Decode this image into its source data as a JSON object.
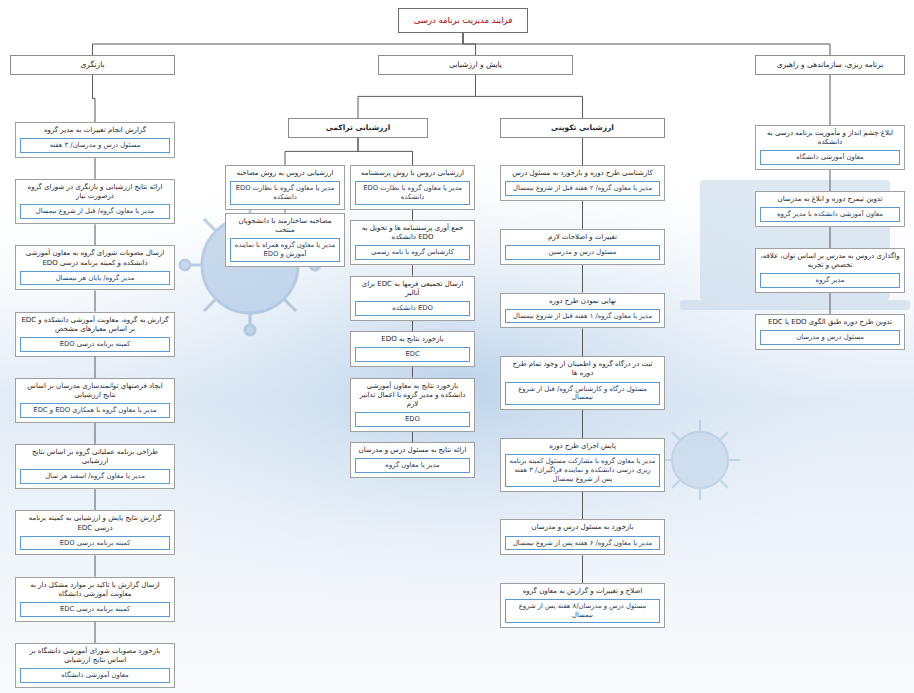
{
  "diagram": {
    "nodes": [
      {
        "text": [
          "فرایند مدیریت برنامه درسی"
        ]
      },
      {
        "text": [
          "برنامه ریزی، سازماندهی و راهبری"
        ]
      },
      {
        "text": [
          "پایش و ارزشیابی"
        ]
      },
      {
        "text": [
          "بازنگری"
        ]
      },
      {
        "text": [
          "ارزشیابی تکوینی"
        ]
      },
      {
        "text": [
          "ارزشیابی تراکمی"
        ]
      },
      {
        "text": [
          "ابلاغ چشم انداز و مأموریت برنامه درسی به دانشکده"
        ]
      },
      {
        "text": [
          "معاون آموزشی دانشگاه"
        ],
        "in": 6
      },
      {
        "text": [
          "تدوین تیمرج دوره و ابلاغ به مدرسان"
        ]
      },
      {
        "text": [
          "معاون آموزشی دانشکده با مدیر گروه"
        ],
        "in": 8
      },
      {
        "text": [
          "واگذاری دروس به مدرس بر اساس توان، علاقه، تخصص و تجربه"
        ]
      },
      {
        "text": [
          "مدیر گروه"
        ],
        "in": 10
      },
      {
        "text": [
          "تدوین طرح دوره طبق الگوی EDO یا EDC"
        ]
      },
      {
        "text": [
          "مسئول درس و مدرسان"
        ],
        "in": 12
      },
      {
        "text": [
          "کارشناسی طرح دوره و بازخورد به مسئول درس"
        ]
      },
      {
        "text": [
          "مدیر یا معاون گروه/ ۲ هفته قبل از شروع نیمسال"
        ],
        "in": 14
      },
      {
        "text": [
          "تغییرات و اصلاحات لازم"
        ]
      },
      {
        "text": [
          "مسئول درس و مدرسین"
        ],
        "in": 16
      },
      {
        "text": [
          "نهایی نمودن طرح دوره"
        ]
      },
      {
        "text": [
          "مدیر یا معاون گروه/ ۱ هفته قبل از شروع نیمسال"
        ],
        "in": 18
      },
      {
        "text": [
          "ثبت در درگاه گروه و اطمینان از وجود تمام طرح دوره ها"
        ]
      },
      {
        "text": [
          "مسئول درگاه و کارشناس گروه/ قبل از شروع نیمسال"
        ],
        "in": 20
      },
      {
        "text": [
          "پایش اجرای طرح دوره"
        ]
      },
      {
        "text": [
          "مدیر یا معاون گروه با مشارکت مسئول کمیته برنامه ریزی درسی دانشکده و نماینده فراگیران/ ۳ هفته پس از شروع نیمسال"
        ],
        "in": 22
      },
      {
        "text": [
          "بازخورد به مسئول درس و مدرسان"
        ]
      },
      {
        "text": [
          "مدیر یا معاون گروه/ ۶ هفته پس از شروع نیمسال"
        ],
        "in": 24
      },
      {
        "text": [
          "اصلاح و تغییرات و گزارش به معاون گروه"
        ]
      },
      {
        "text": [
          "مسئول درس و مدرسان/۸ هفته پس از شروع نیمسال"
        ],
        "in": 26
      },
      {
        "text": [
          "ارزشیابی دروس با روش پرسشنامه"
        ]
      },
      {
        "text": [
          "مدیر یا معاون گروه با نظارت EDO دانشکده"
        ],
        "in": 28
      },
      {
        "text": [
          "جمع آوری پرسشنامه ها و تحویل به EDO دانشکده"
        ]
      },
      {
        "text": [
          "کارشناس گروه با نامه رسمی"
        ],
        "in": 30
      },
      {
        "text": [
          "ارسال تجمیعی فرمها به EDC برای آنالیز"
        ]
      },
      {
        "text": [
          "EDO دانشکده"
        ],
        "in": 32
      },
      {
        "text": [
          "بازخورد نتایج به EDO"
        ]
      },
      {
        "text": [
          "EDC"
        ],
        "in": 34
      },
      {
        "text": [
          "بازخورد نتایج به معاون آموزشی دانشکده و مدیر گروه با اعمال تدابیر لازم"
        ]
      },
      {
        "text": [
          "EDO"
        ],
        "in": 36
      },
      {
        "text": [
          "ارائه نتایج به مسئول درس و مدرسان"
        ]
      },
      {
        "text": [
          "مدیر یا معاون گروه"
        ],
        "in": 38
      },
      {
        "text": [
          "ارزشیابی دروس به روش مصاحبه"
        ]
      },
      {
        "text": [
          "مدیر یا معاون گروه با نظارت EDO دانشکده"
        ],
        "in": 40
      },
      {
        "text": [
          "مصاحبه ساختارمند با دانشجویان منتخب"
        ]
      },
      {
        "text": [
          "مدیر یا معاون گروه همراه با نماینده آموزش و EDO"
        ],
        "in": 42
      },
      {
        "text": [
          "گزارش انجام تغییرات به مدیر گروه"
        ]
      },
      {
        "text": [
          "مسئول درس و مدرسان/ ۳ هفته"
        ],
        "in": 44
      },
      {
        "text": [
          "ارائه نتایج ارزشیابی و بازنگری در شورای گروه درصورت نیاز"
        ]
      },
      {
        "text": [
          "مدیر یا معاون گروه/ قبل از شروع نیمسال"
        ],
        "in": 46
      },
      {
        "text": [
          "ارسال مصوبات شورای گروه به معاون آموزشی دانشکده و کمیته برنامه درسی EDO"
        ]
      },
      {
        "text": [
          "مدیر گروه/ پایان هر نیمسال"
        ],
        "in": 48
      },
      {
        "text": [
          "گزارش به گروه، معاونت آموزشی دانشکده و EDC بر اساس معیارهای مشخص"
        ]
      },
      {
        "text": [
          "کمیته برنامه درسی EDO"
        ],
        "in": 50
      },
      {
        "text": [
          "ایجاد فرصتهای توانمندسازی مدرسان بر اساس نتایج ارزشیابی"
        ]
      },
      {
        "text": [
          "مدیر یا معاون گروه با همکاری EDO و EDC"
        ],
        "in": 52
      },
      {
        "text": [
          "طراحی برنامه عملیاتی گروه بر اساس نتایج ارزشیابی"
        ]
      },
      {
        "text": [
          "مدیر یا معاون گروه/ اسفند هر سال"
        ],
        "in": 54
      },
      {
        "text": [
          "گزارش نتایج پایش و ارزشیابی به کمیته برنامه درسی EDC"
        ]
      },
      {
        "text": [
          "کمیته برنامه درسی EDO"
        ],
        "in": 56
      },
      {
        "text": [
          "ارسال گزارش با تاکید بر موارد مشکل دار به معاونت آموزشی دانشگاه"
        ]
      },
      {
        "text": [
          "کمیته برنامه درسی EDC"
        ],
        "in": 58
      },
      {
        "text": [
          "بازخورد مصوبات شورای آموزشی دانشگاه بر اساس نتایج ارزشیابی"
        ]
      },
      {
        "text": [
          "معاون آموزشی دانشگاه"
        ],
        "in": 60
      }
    ],
    "edges": [
      {
        "from": 0,
        "to": 1,
        "arrow": "none"
      },
      {
        "from": 0,
        "to": 2,
        "arrow": "none"
      },
      {
        "from": 0,
        "to": 3,
        "arrow": "none"
      },
      {
        "from": 2,
        "to": 4,
        "arrow": "none"
      },
      {
        "from": 2,
        "to": 5,
        "arrow": "none"
      },
      {
        "from": 1,
        "to": 6,
        "arrow": "none"
      },
      {
        "from": 6,
        "to": 8,
        "arrow": "none"
      },
      {
        "from": 8,
        "to": 10,
        "arrow": "none"
      },
      {
        "from": 10,
        "to": 12,
        "arrow": "none"
      },
      {
        "from": 4,
        "to": 14,
        "arrow": "none"
      },
      {
        "from": 14,
        "to": 16,
        "arrow": "none"
      },
      {
        "from": 16,
        "to": 18,
        "arrow": "none"
      },
      {
        "from": 18,
        "to": 20,
        "arrow": "none"
      },
      {
        "from": 20,
        "to": 22,
        "arrow": "none"
      },
      {
        "from": 22,
        "to": 24,
        "arrow": "none"
      },
      {
        "from": 24,
        "to": 26,
        "arrow": "none"
      },
      {
        "from": 5,
        "to": 28,
        "arrow": "none"
      },
      {
        "from": 5,
        "to": 40,
        "arrow": "none"
      },
      {
        "from": 28,
        "to": 30,
        "arrow": "none"
      },
      {
        "from": 30,
        "to": 32,
        "arrow": "none"
      },
      {
        "from": 32,
        "to": 34,
        "arrow": "none"
      },
      {
        "from": 34,
        "to": 36,
        "arrow": "none"
      },
      {
        "from": 36,
        "to": 38,
        "arrow": "none"
      },
      {
        "from": 40,
        "to": 42,
        "arrow": "none"
      },
      {
        "from": 3,
        "to": 44,
        "arrow": "none"
      },
      {
        "from": 44,
        "to": 46,
        "arrow": "none"
      },
      {
        "from": 46,
        "to": 48,
        "arrow": "none"
      },
      {
        "from": 48,
        "to": 50,
        "arrow": "none"
      },
      {
        "from": 50,
        "to": 52,
        "arrow": "none"
      },
      {
        "from": 52,
        "to": 54,
        "arrow": "none"
      },
      {
        "from": 54,
        "to": 56,
        "arrow": "none"
      },
      {
        "from": 56,
        "to": 58,
        "arrow": "none"
      },
      {
        "from": 58,
        "to": 60,
        "arrow": "none"
      }
    ]
  }
}
